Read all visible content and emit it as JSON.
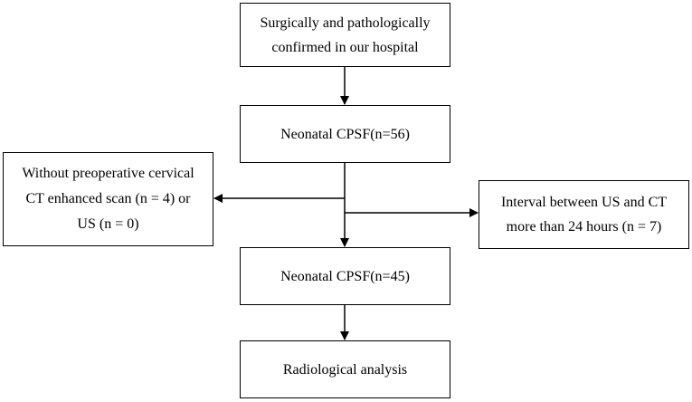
{
  "flowchart": {
    "nodes": {
      "confirmed": {
        "lines": [
          "Surgically and pathologically",
          "confirmed in our hospital"
        ]
      },
      "cpsf56": {
        "lines": [
          "Neonatal CPSF(n=56)"
        ]
      },
      "exclude_ct": {
        "lines": [
          "Without preoperative cervical",
          "CT enhanced scan (n = 4) or",
          "US (n = 0)"
        ]
      },
      "interval": {
        "lines": [
          "Interval between US and CT",
          "more than 24 hours (n = 7)"
        ]
      },
      "cpsf45": {
        "lines": [
          "Neonatal CPSF(n=45)"
        ]
      },
      "radiology": {
        "lines": [
          "Radiological analysis"
        ]
      }
    },
    "edges": [
      {
        "from": "confirmed",
        "to": "cpsf56"
      },
      {
        "from": "cpsf56",
        "to": "exclude_ct"
      },
      {
        "from": "cpsf56",
        "to": "interval"
      },
      {
        "from": "cpsf56",
        "to": "cpsf45"
      },
      {
        "from": "cpsf45",
        "to": "radiology"
      }
    ],
    "colors": {
      "stroke": "#000000",
      "background": "#ffffff"
    }
  }
}
